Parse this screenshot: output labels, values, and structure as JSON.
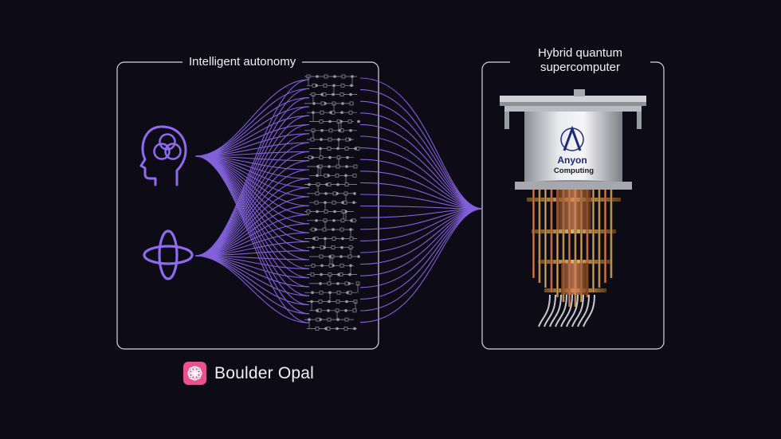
{
  "panels": {
    "left_title": "Intelligent autonomy",
    "right_title_line1": "Hybrid quantum",
    "right_title_line2": "supercomputer"
  },
  "device": {
    "brand_line1": "Anyon",
    "brand_line2": "Computing"
  },
  "footer": {
    "product_name": "Boulder Opal",
    "logo_icon": "flower-logo-icon"
  },
  "icons": {
    "head": "ai-head-icon",
    "orbit": "qubit-orbit-icon"
  },
  "colors": {
    "background": "#0d0b15",
    "accent": "#8f6bf0",
    "panel_border": "#d9d4ea",
    "brand_pink": "#e8528f"
  }
}
